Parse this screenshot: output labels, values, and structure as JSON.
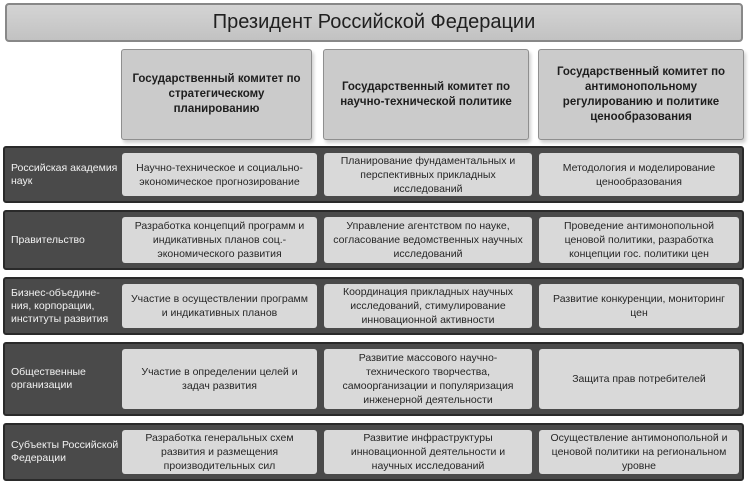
{
  "title": "Президент Российской Федерации",
  "committees": [
    "Государственный комитет по стратегическому планированию",
    "Государственный комитет по научно-технической политике",
    "Государственный комитет по антимонопольному регулированию и политике ценообразования"
  ],
  "rows": [
    {
      "label": "Российская академия наук",
      "cells": [
        "Научно-техническое и социально-экономическое прогнозирование",
        "Планирование фундаментальных и перспективных прикладных исследований",
        "Методология и моделирование ценообразования"
      ]
    },
    {
      "label": "Правительство",
      "cells": [
        "Разработка концепций программ и индикативных планов соц.-экономического развития",
        "Управление агентством по науке, согласование ведомственных научных исследований",
        "Проведение антимонопольной ценовой политики, разработка концепции гос. политики цен"
      ]
    },
    {
      "label": "Бизнес-объедине-ния, корпорации, институты развития",
      "cells": [
        "Участие в осуществлении программ и индикативных планов",
        "Координация прикладных научных исследований, стимулирование инновационной активности",
        "Развитие конкуренции, мониторинг цен"
      ]
    },
    {
      "label": "Общественные организации",
      "cells": [
        "Участие в определении целей и задач развития",
        "Развитие массового научно-технического творчества, самоорганизации и популяризация инженерной деятельности",
        "Защита прав потребителей"
      ]
    },
    {
      "label": "Субъекты Российской Федерации",
      "cells": [
        "Разработка генеральных схем развития и размещения производительных сил",
        "Развитие инфраструктуры инновационной деятельности и научных исследований",
        "Осуществление антимонопольной и ценовой политики на региональном уровне"
      ]
    }
  ]
}
